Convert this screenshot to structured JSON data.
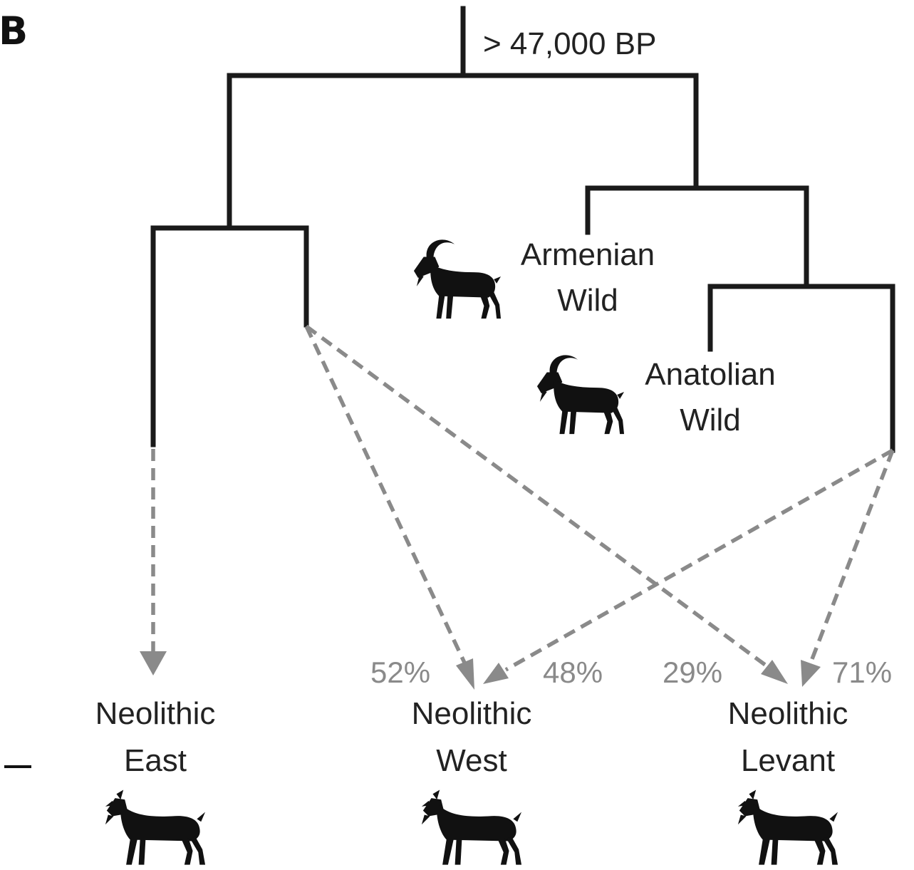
{
  "panel_letter": "B",
  "root_label": "> 47,000 BP",
  "wild_groups": [
    {
      "line1": "Armenian",
      "line2": "Wild",
      "icon": "ibex-icon"
    },
    {
      "line1": "Anatolian",
      "line2": "Wild",
      "icon": "ibex-icon"
    }
  ],
  "domestic_groups": [
    {
      "line1": "Neolithic",
      "line2": "East",
      "icon": "goat-icon"
    },
    {
      "line1": "Neolithic",
      "line2": "West",
      "icon": "goat-icon"
    },
    {
      "line1": "Neolithic",
      "line2": "Levant",
      "icon": "goat-icon"
    }
  ],
  "admixture": {
    "west_left": "52%",
    "west_right": "48%",
    "levant_left": "29%",
    "levant_right": "71%"
  },
  "colors": {
    "tree": "#1a1a1a",
    "flow": "#8a8a8a",
    "text": "#222222"
  }
}
